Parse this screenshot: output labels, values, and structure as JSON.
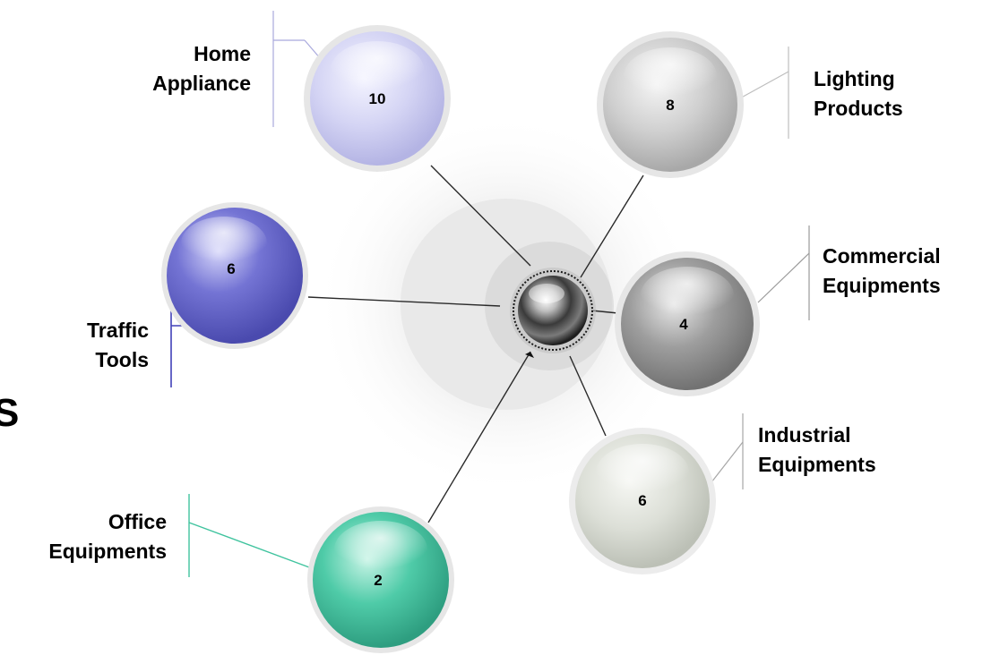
{
  "diagram": {
    "edge_glyph": "S",
    "nodes": [
      {
        "id": "home-appliance",
        "line1": "Home",
        "line2": "Appliance",
        "value": "10",
        "color": "#c8c8f0"
      },
      {
        "id": "lighting-products",
        "line1": "Lighting",
        "line2": "Products",
        "value": "8",
        "color": "#c8c8c8"
      },
      {
        "id": "traffic-tools",
        "line1": "Traffic",
        "line2": "Tools",
        "value": "6",
        "color": "#6a6ad0"
      },
      {
        "id": "commercial-equipments",
        "line1": "Commercial",
        "line2": "Equipments",
        "value": "4",
        "color": "#9a9a9a"
      },
      {
        "id": "industrial-equipments",
        "line1": "Industrial",
        "line2": "Equipments",
        "value": "6",
        "color": "#dadcd6"
      },
      {
        "id": "office-equipments",
        "line1": "Office",
        "line2": "Equipments",
        "value": "2",
        "color": "#4ecba8"
      }
    ]
  }
}
